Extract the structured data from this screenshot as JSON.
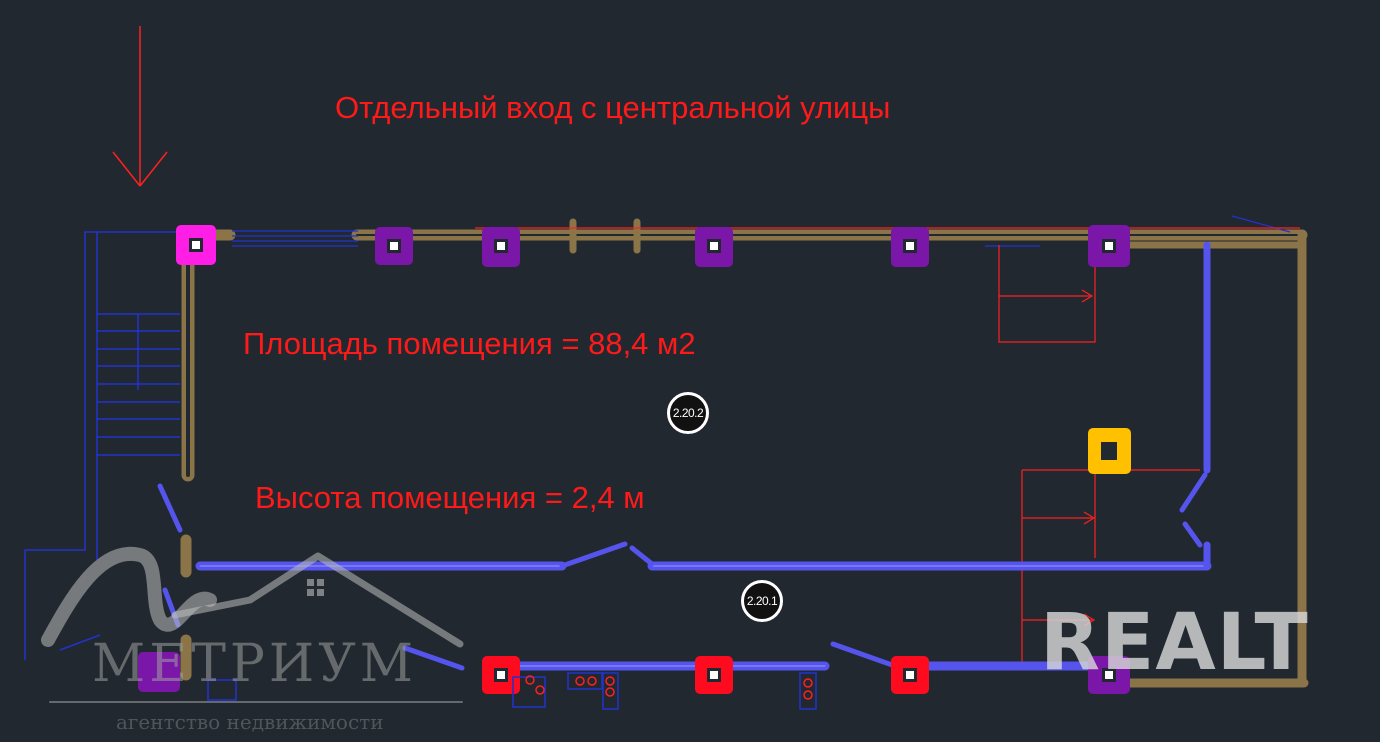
{
  "labels": {
    "entrance": "Отдельный вход с центральной улицы",
    "area": "Площадь помещения = 88,4 м2",
    "height": "Высота помещения = 2,4 м"
  },
  "rooms": {
    "room_1": "2.20.2",
    "room_2": "2.20.1"
  },
  "watermarks": {
    "realt": "REALT",
    "agency_name": "МЕТРИУМ",
    "agency_tagline": "агентство недвижимости"
  },
  "colors": {
    "background": "#212830",
    "outer_wall": "#8a7448",
    "partition": "#5555ee",
    "text": "#ff1a1a",
    "column_purple": "#7a17a8",
    "column_magenta": "#ff1ee6",
    "column_red": "#ff0b20",
    "column_yellow": "#ffc000"
  }
}
